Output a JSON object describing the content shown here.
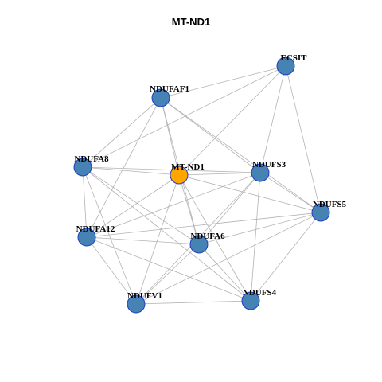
{
  "title": "MT-ND1",
  "style": {
    "node_fill": "#4682B4",
    "node_stroke": "#1f3fbf",
    "center_fill": "#FFA500",
    "edge_color": "#b3b3b3"
  },
  "nodes": [
    {
      "id": "ECSIT",
      "label": "ECSIT"
    },
    {
      "id": "NDUFAF1",
      "label": "NDUFAF1"
    },
    {
      "id": "NDUFA8",
      "label": "NDUFA8"
    },
    {
      "id": "MT-ND1",
      "label": "MT-ND1",
      "center": true
    },
    {
      "id": "NDUFS3",
      "label": "NDUFS3"
    },
    {
      "id": "NDUFS5",
      "label": "NDUFS5"
    },
    {
      "id": "NDUFA12",
      "label": "NDUFA12"
    },
    {
      "id": "NDUFA6",
      "label": "NDUFA6"
    },
    {
      "id": "NDUFV1",
      "label": "NDUFV1"
    },
    {
      "id": "NDUFS4",
      "label": "NDUFS4"
    }
  ],
  "edges": [
    [
      "ECSIT",
      "NDUFAF1"
    ],
    [
      "ECSIT",
      "NDUFA8"
    ],
    [
      "ECSIT",
      "MT-ND1"
    ],
    [
      "ECSIT",
      "NDUFS3"
    ],
    [
      "ECSIT",
      "NDUFS5"
    ],
    [
      "NDUFAF1",
      "NDUFA8"
    ],
    [
      "NDUFAF1",
      "MT-ND1"
    ],
    [
      "NDUFAF1",
      "NDUFS3"
    ],
    [
      "NDUFAF1",
      "NDUFS5"
    ],
    [
      "NDUFAF1",
      "NDUFA12"
    ],
    [
      "NDUFAF1",
      "NDUFA6"
    ],
    [
      "NDUFA8",
      "MT-ND1"
    ],
    [
      "NDUFA8",
      "NDUFS3"
    ],
    [
      "NDUFA8",
      "NDUFA12"
    ],
    [
      "NDUFA8",
      "NDUFA6"
    ],
    [
      "NDUFA8",
      "NDUFV1"
    ],
    [
      "NDUFA8",
      "NDUFS4"
    ],
    [
      "MT-ND1",
      "NDUFS3"
    ],
    [
      "MT-ND1",
      "NDUFS5"
    ],
    [
      "MT-ND1",
      "NDUFA12"
    ],
    [
      "MT-ND1",
      "NDUFA6"
    ],
    [
      "MT-ND1",
      "NDUFV1"
    ],
    [
      "MT-ND1",
      "NDUFS4"
    ],
    [
      "NDUFS3",
      "NDUFS5"
    ],
    [
      "NDUFS3",
      "NDUFA12"
    ],
    [
      "NDUFS3",
      "NDUFA6"
    ],
    [
      "NDUFS3",
      "NDUFV1"
    ],
    [
      "NDUFS3",
      "NDUFS4"
    ],
    [
      "NDUFS5",
      "NDUFA12"
    ],
    [
      "NDUFS5",
      "NDUFA6"
    ],
    [
      "NDUFS5",
      "NDUFV1"
    ],
    [
      "NDUFS5",
      "NDUFS4"
    ],
    [
      "NDUFA12",
      "NDUFA6"
    ],
    [
      "NDUFA12",
      "NDUFV1"
    ],
    [
      "NDUFA12",
      "NDUFS4"
    ],
    [
      "NDUFA6",
      "NDUFV1"
    ],
    [
      "NDUFA6",
      "NDUFS4"
    ],
    [
      "NDUFV1",
      "NDUFS4"
    ]
  ]
}
